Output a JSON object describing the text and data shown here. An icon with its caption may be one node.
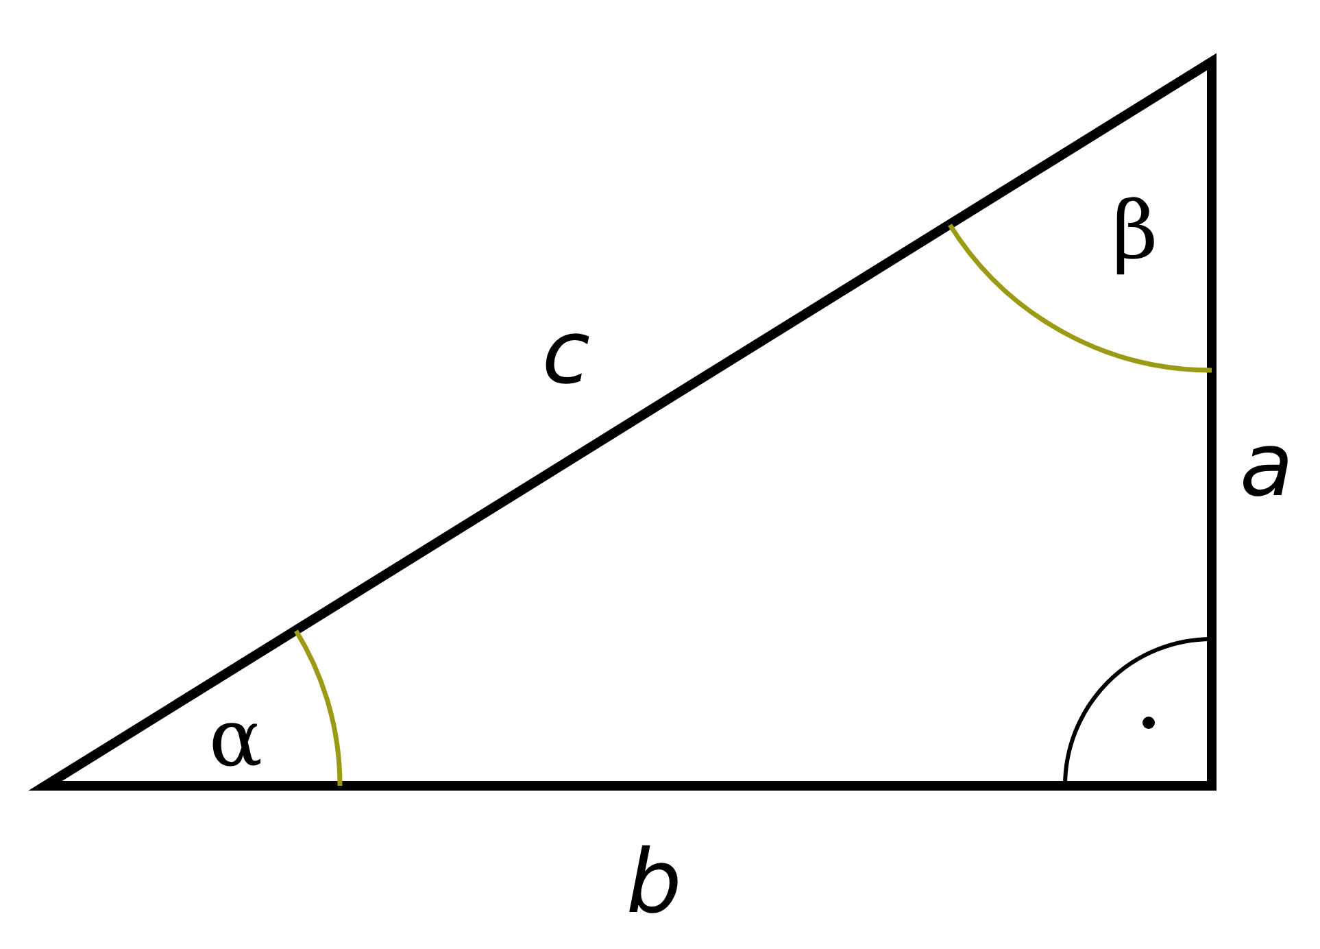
{
  "diagram": {
    "labels": [
      "β",
      "c",
      "a",
      "α",
      "b"
    ]
  }
}
